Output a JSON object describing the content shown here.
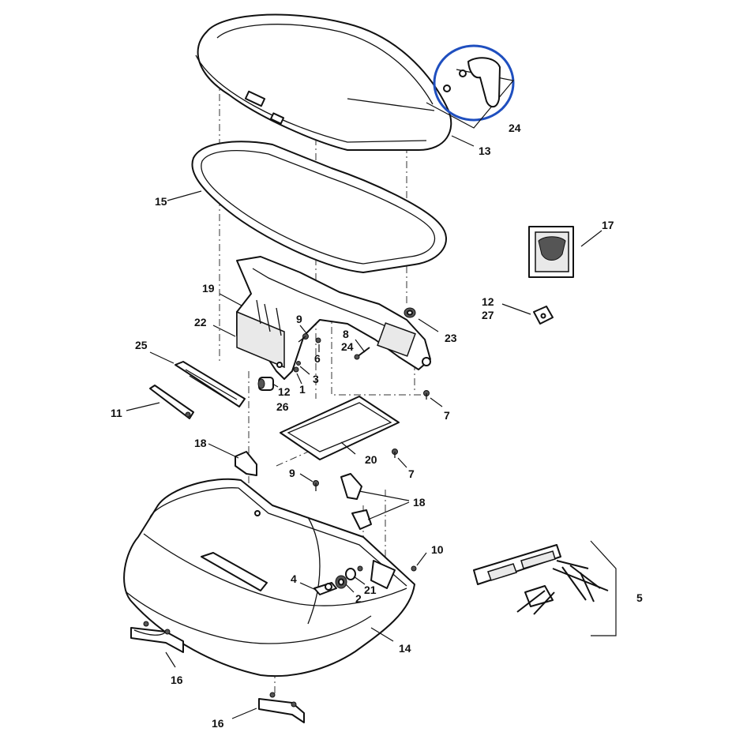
{
  "callouts": {
    "c13": "13",
    "c24_top": "24",
    "c15": "15",
    "c17": "17",
    "c19": "19",
    "c22": "22",
    "c9_upper": "9",
    "c8": "8",
    "c24_mid": "24",
    "c6": "6",
    "c23": "23",
    "c12_right": "12",
    "c27": "27",
    "c25": "25",
    "c3": "3",
    "c1": "1",
    "c12_left": "12",
    "c26": "26",
    "c11": "11",
    "c7_upper": "7",
    "c18_left": "18",
    "c20": "20",
    "c7_lower": "7",
    "c9_lower": "9",
    "c18_right": "18",
    "c10": "10",
    "c4": "4",
    "c2": "2",
    "c21": "21",
    "c5": "5",
    "c14": "14",
    "c16_left": "16",
    "c16_bottom": "16"
  },
  "highlight_color": "#1f4fbf"
}
